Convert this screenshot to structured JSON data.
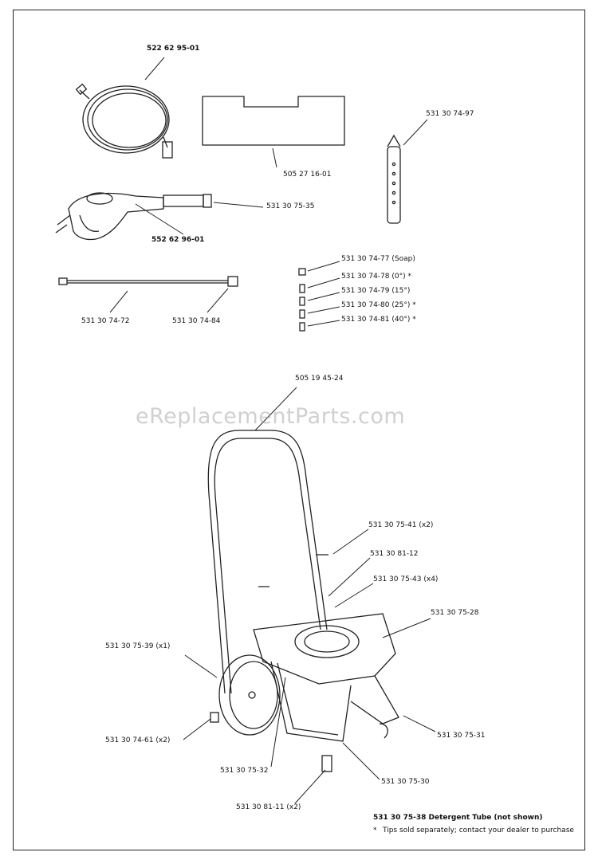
{
  "watermark": "eReplacementParts.com",
  "parts": {
    "hose": "522 62 95-01",
    "foam": "505 27 16-01",
    "tip_holder": "531 30 74-97",
    "gun_fitting": "531 30 75-35",
    "gun": "552 62 96-01",
    "wand": "531 30 74-72",
    "wand_end": "531 30 74-84",
    "tip_soap": "531 30 74-77 (Soap)",
    "tip_0": "531 30 74-78 (0°) *",
    "tip_15": "531 30 74-79 (15°)",
    "tip_25": "531 30 74-80 (25°) *",
    "tip_40": "531 30 74-81 (40°) *",
    "frame": "505 19 45-24",
    "knob": "531 30 75-41 (x2)",
    "bracket": "531 30 81-12",
    "screws": "531 30 75-43 (x4)",
    "base": "531 30 75-28",
    "wheel": "531 30 75-39 (x1)",
    "leg": "531 30 75-31",
    "hub_cap": "531 30 74-61 (x2)",
    "axle": "531 30 75-32",
    "foot": "531 30 75-30",
    "foot_pad": "531 30 81-11 (x2)"
  },
  "notes": {
    "detergent": "531 30 75-38 Detergent Tube (not shown)",
    "tips_star": "*",
    "tips": "Tips sold separately; contact your dealer to purchase"
  }
}
